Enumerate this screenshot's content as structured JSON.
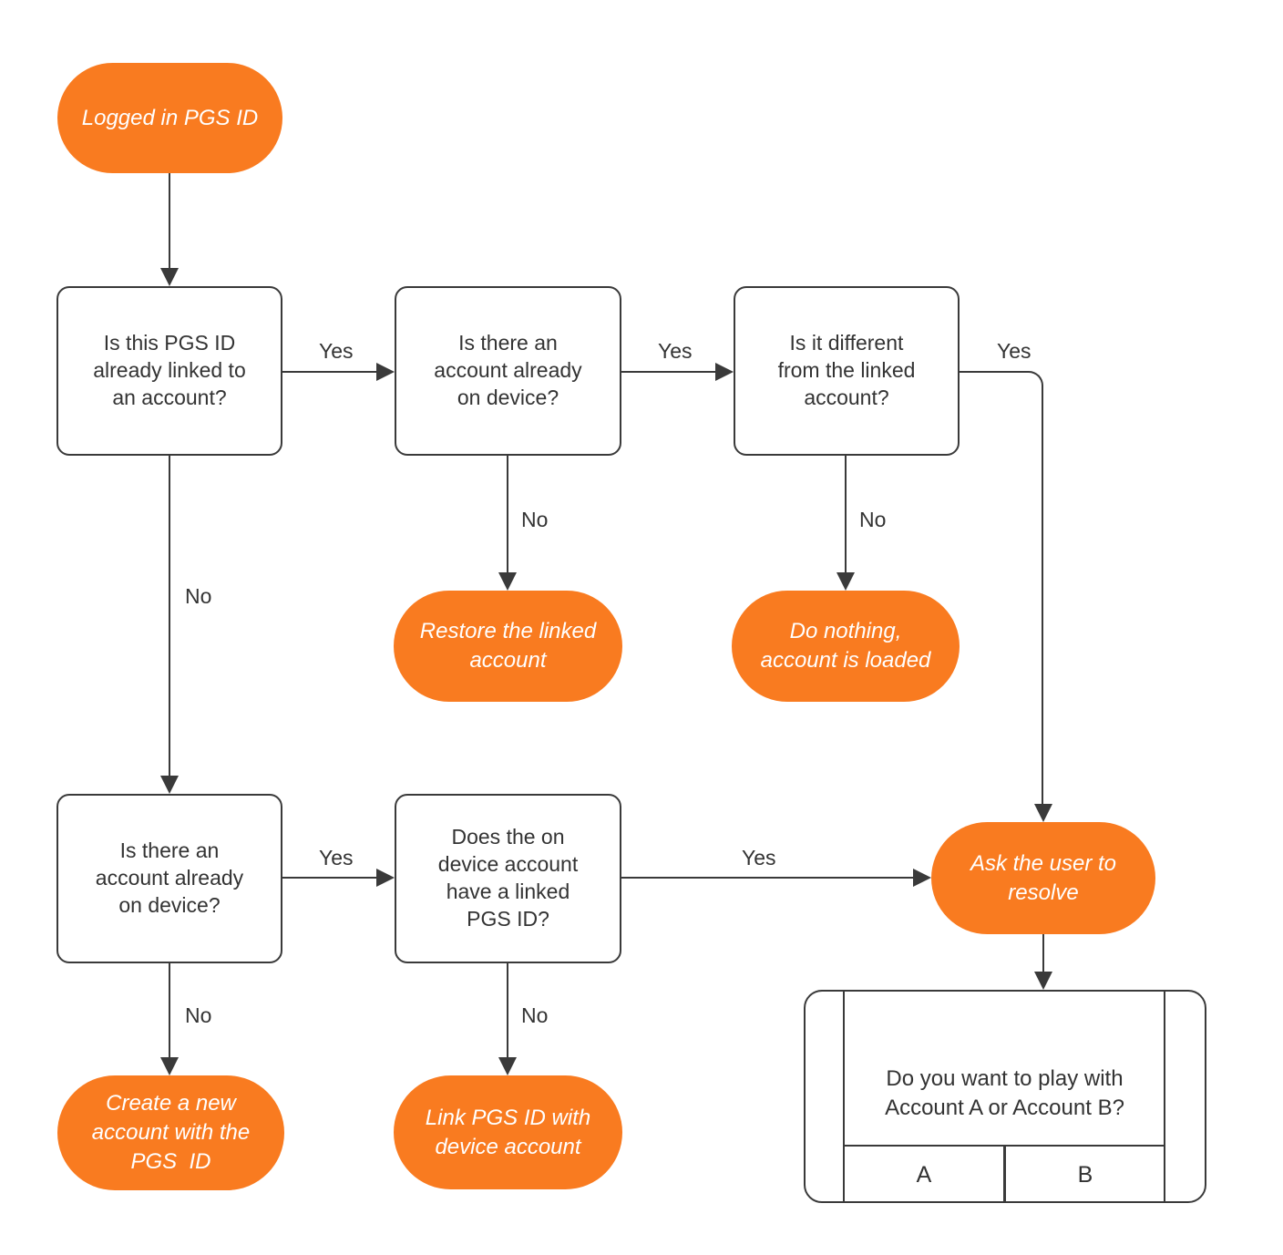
{
  "colors": {
    "accent_orange": "#F97B20",
    "stroke": "#3A3A3A",
    "box_fill": "#FFFFFF",
    "box_text": "#333333",
    "pill_text": "#FFFFFF"
  },
  "nodes": {
    "start": {
      "label": "Logged in PGS ID"
    },
    "q_pgs_linked": {
      "label": "Is this PGS ID\nalready linked to\nan account?"
    },
    "q_account_on_device_top": {
      "label": "Is there an\naccount already\non device?"
    },
    "q_different_from_linked": {
      "label": "Is it different\nfrom the linked\naccount?"
    },
    "restore_linked": {
      "label": "Restore the linked\naccount"
    },
    "do_nothing": {
      "label": "Do nothing,\naccount is loaded"
    },
    "q_account_on_device_bottom": {
      "label": "Is there an\naccount already\non device?"
    },
    "q_device_account_has_pgs": {
      "label": "Does the on\ndevice account\nhave a linked\nPGS ID?"
    },
    "ask_user_resolve": {
      "label": "Ask the user to\nresolve"
    },
    "create_new_account": {
      "label": "Create a new\naccount with the\nPGS  ID"
    },
    "link_pgs_device": {
      "label": "Link PGS ID with\ndevice account"
    }
  },
  "edges": {
    "q1_yes": "Yes",
    "q1_no": "No",
    "q2_yes": "Yes",
    "q2_no": "No",
    "q3_yes": "Yes",
    "q3_no": "No",
    "q4_yes": "Yes",
    "q4_no": "No",
    "q5_yes": "Yes",
    "q5_no": "No"
  },
  "dialog": {
    "question": "Do you want to play with\nAccount A or Account B?",
    "buttons": [
      {
        "label": "A"
      },
      {
        "label": "B"
      }
    ]
  }
}
